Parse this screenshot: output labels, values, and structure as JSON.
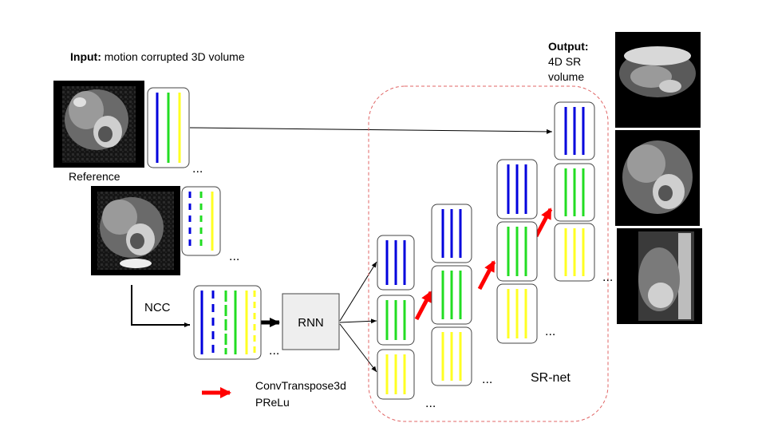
{
  "input": {
    "label_bold": "Input:",
    "label_rest": " motion corrupted 3D volume"
  },
  "output": {
    "line1": "Output:",
    "line2": "4D SR",
    "line3": "volume"
  },
  "reference_label": "Reference",
  "ncc_label": "NCC",
  "rnn_label": "RNN",
  "srnet_label": "SR-net",
  "legend": {
    "line1": "ConvTranspose3d",
    "line2": "PReLu",
    "arrow_color": "#ff0000"
  },
  "ellipsis": "...",
  "colors": {
    "blue": "#0000dd",
    "green": "#22dd22",
    "yellow": "#ffff22",
    "frame": "#444444",
    "dashed_border": "#e06666",
    "rnn_fill": "#eeeeee"
  }
}
